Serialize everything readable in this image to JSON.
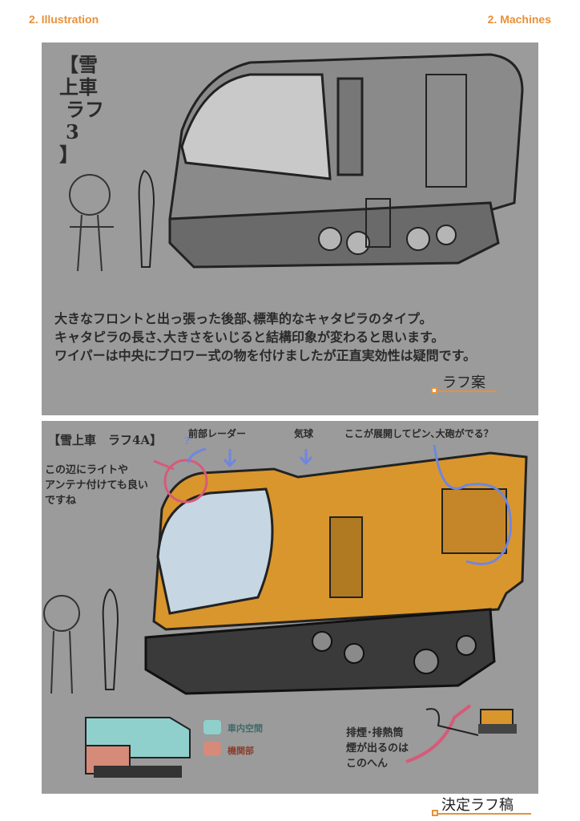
{
  "header": {
    "left": "2. Illustration",
    "right": "2. Machines"
  },
  "panel1": {
    "title_lines": [
      "【雪上車",
      "ラフ3",
      "】"
    ],
    "description": [
      "大きなフロントと出っ張った後部､標準的なキャタピラのタイプ。",
      "キャタピラの長さ､大きさをいじると結構印象が変わると思います。",
      "ワイパーは中央にブロワー式の物を付けましたが正直実効性は疑問です。"
    ],
    "caption": "ラフ案"
  },
  "panel2": {
    "title": "【雪上車　ラフ4A】",
    "note_front_radar": "前部レーダー",
    "note_balloon": "気球",
    "note_deploy": "ここが展開してピン､大砲がでる？",
    "note_question": "?",
    "note_light": [
      "この辺にライトや",
      "アンテナ付けても良い",
      "ですね"
    ],
    "legend": [
      {
        "label": "車内空間",
        "color": "#8fd0cc"
      },
      {
        "label": "機関部",
        "color": "#d58a7a"
      }
    ],
    "note_exhaust": [
      "排煙･排熱筒",
      "煙が出るのは",
      "このへん"
    ],
    "caption": "決定ラフ稿"
  },
  "colors": {
    "accent": "#e8913a",
    "panel": "#9b9b9b",
    "vehicle": "#d9962c",
    "annotation_blue": "#6f86e0",
    "annotation_pink": "#d65a7a"
  }
}
